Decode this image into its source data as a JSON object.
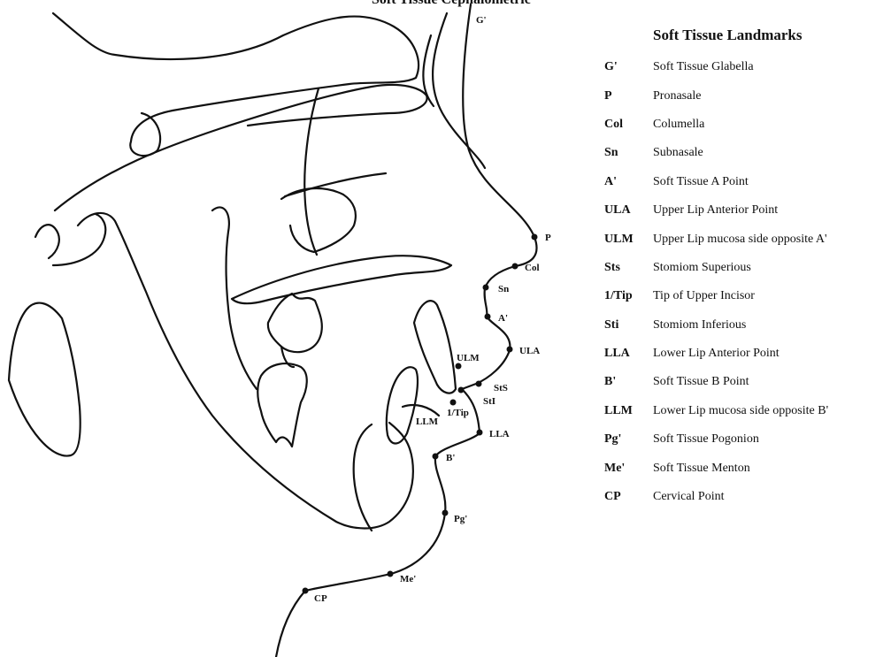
{
  "figure": {
    "top_text": "Soft Tissue Cephalometric",
    "legend_title": "Soft Tissue Landmarks"
  },
  "landmarks": [
    {
      "abbr": "G'",
      "name": "Soft Tissue Glabella"
    },
    {
      "abbr": "P",
      "name": "Pronasale"
    },
    {
      "abbr": "Col",
      "name": "Columella"
    },
    {
      "abbr": "Sn",
      "name": "Subnasale"
    },
    {
      "abbr": "A'",
      "name": "Soft Tissue A Point"
    },
    {
      "abbr": "ULA",
      "name": "Upper Lip Anterior Point"
    },
    {
      "abbr": "ULM",
      "name": "Upper Lip mucosa side opposite A'"
    },
    {
      "abbr": "Sts",
      "name": "Stomiom Superious"
    },
    {
      "abbr": "1/Tip",
      "name": "Tip of Upper Incisor"
    },
    {
      "abbr": "Sti",
      "name": "Stomiom Inferious"
    },
    {
      "abbr": "LLA",
      "name": "Lower Lip Anterior Point"
    },
    {
      "abbr": "B'",
      "name": "Soft Tissue B Point"
    },
    {
      "abbr": "LLM",
      "name": "Lower Lip mucosa side opposite B'"
    },
    {
      "abbr": "Pg'",
      "name": "Soft Tissue Pogonion"
    },
    {
      "abbr": "Me'",
      "name": "Soft Tissue Menton"
    },
    {
      "abbr": "CP",
      "name": "Cervical Point"
    }
  ],
  "tracing_labels": {
    "g": "G'",
    "p": "P",
    "col": "Col",
    "sn": "Sn",
    "a": "A'",
    "ula": "ULA",
    "ulm": "ULM",
    "sts": "StS",
    "sti": "StI",
    "tip": "1/Tip",
    "llm": "LLM",
    "lla": "LLA",
    "b": "B'",
    "pg": "Pg'",
    "me": "Me'",
    "cp": "CP"
  }
}
